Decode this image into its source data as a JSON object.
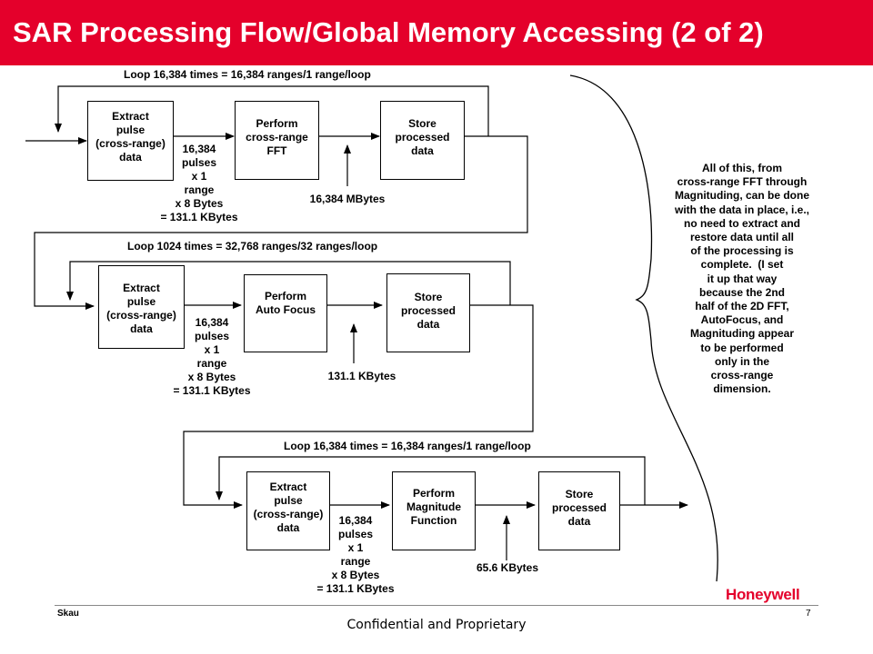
{
  "title": "SAR Processing Flow/Global Memory Accessing (2 of 2)",
  "stages": [
    {
      "loop_label": "Loop 16,384 times = 16,384 ranges/1 range/loop",
      "extract_label": "Extract\npulse\n(cross-range)\ndata",
      "data_size_label": "16,384\npulses\nx 1\nrange\nx 8 Bytes\n= 131.1 KBytes",
      "process_label": "Perform\ncross-range\nFFT",
      "store_label": "Store\nprocessed\ndata",
      "memory_label": "16,384 MBytes"
    },
    {
      "loop_label": "Loop 1024 times = 32,768 ranges/32 ranges/loop",
      "extract_label": "Extract\npulse\n(cross-range)\ndata",
      "data_size_label": "16,384\npulses\nx 1\nrange\nx 8 Bytes\n= 131.1 KBytes",
      "process_label": "Perform\nAuto Focus",
      "store_label": "Store\nprocessed\ndata",
      "memory_label": "131.1 KBytes"
    },
    {
      "loop_label": "Loop 16,384 times = 16,384 ranges/1 range/loop",
      "extract_label": "Extract\npulse\n(cross-range)\ndata",
      "data_size_label": "16,384\npulses\nx 1\nrange\nx 8 Bytes\n= 131.1 KBytes",
      "process_label": "Perform\nMagnitude\nFunction",
      "store_label": "Store\nprocessed\ndata",
      "memory_label": "65.6 KBytes"
    }
  ],
  "note": "All of this, from\ncross-range FFT through\nMagnituding, can be done\nwith the data in place, i.e.,\nno need to extract and\nrestore data until all\nof the processing is\ncomplete.  (I set\nit up that way\nbecause the 2nd\nhalf of the 2D FFT,\nAutoFocus, and\nMagnituding appear\nto be performed\nonly in the\ncross-range\ndimension.",
  "footer": {
    "author": "Skau",
    "page_number": "7",
    "confidentiality": "Confidential and Proprietary",
    "logo_text": "Honeywell"
  },
  "colors": {
    "brand_red": "#e4002b",
    "line": "#000000"
  }
}
